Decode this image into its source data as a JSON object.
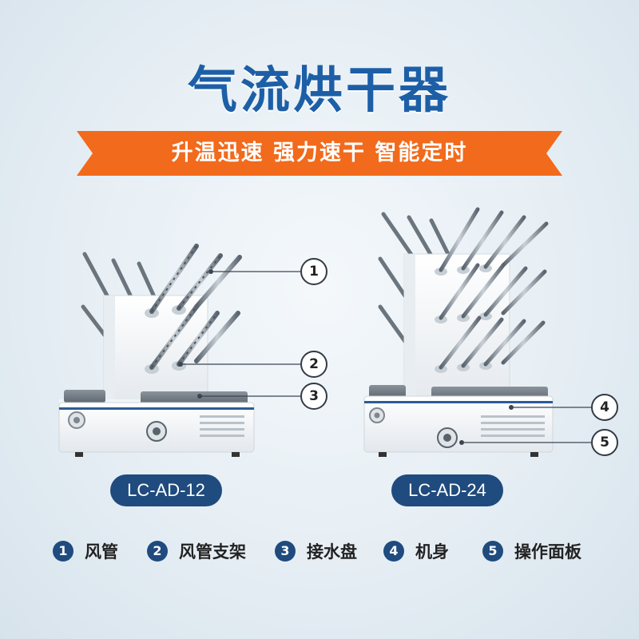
{
  "title": "气流烘干器",
  "banner": {
    "text": "升温迅速  强力速干  智能定时",
    "color": "#f26a1b"
  },
  "callouts": [
    "1",
    "2",
    "3",
    "4",
    "5"
  ],
  "models": [
    "LC-AD-12",
    "LC-AD-24"
  ],
  "legend": [
    {
      "num": "1",
      "label": "风管"
    },
    {
      "num": "2",
      "label": "风管支架"
    },
    {
      "num": "3",
      "label": "接水盘"
    },
    {
      "num": "4",
      "label": "机身"
    },
    {
      "num": "5",
      "label": "操作面板"
    }
  ],
  "colors": {
    "title": "#1d5fa7",
    "accent": "#1f4b7e",
    "banner": "#f26a1b"
  }
}
